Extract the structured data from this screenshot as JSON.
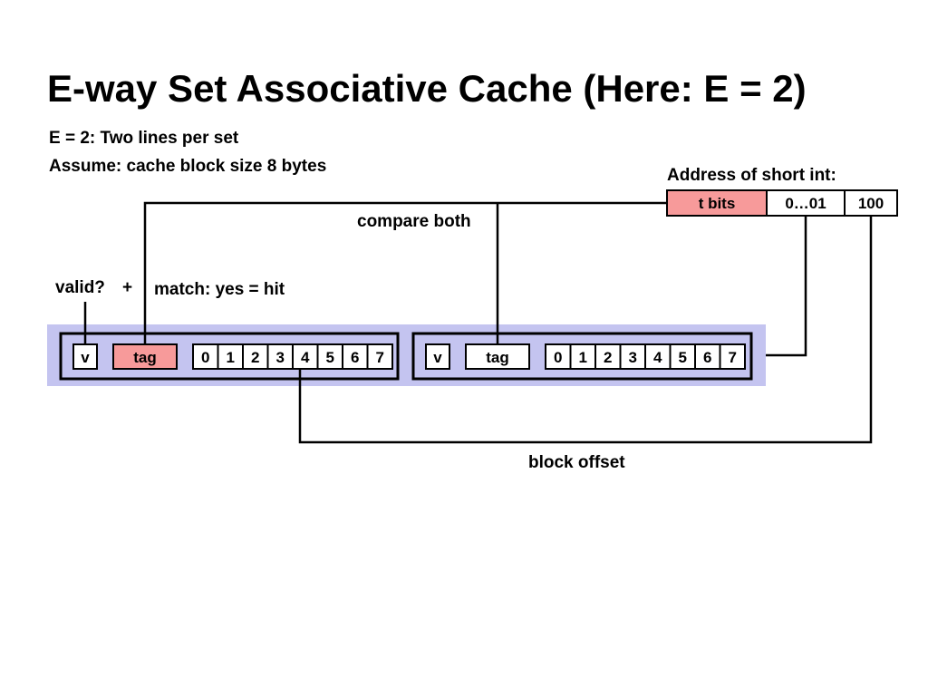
{
  "title": "E-way Set Associative Cache (Here: E = 2)",
  "notes": [
    "E = 2: Two lines per set",
    "Assume: cache block size 8 bytes"
  ],
  "address": {
    "label": "Address of short int:",
    "fields": [
      "t bits",
      "0…01",
      "100"
    ]
  },
  "labels": {
    "compare": "compare both",
    "valid": "valid?",
    "plus": "+",
    "match": "match: yes = hit",
    "block_offset": "block offset"
  },
  "lines": [
    {
      "valid": "v",
      "tag": "tag",
      "bytes": [
        "0",
        "1",
        "2",
        "3",
        "4",
        "5",
        "6",
        "7"
      ]
    },
    {
      "valid": "v",
      "tag": "tag",
      "bytes": [
        "0",
        "1",
        "2",
        "3",
        "4",
        "5",
        "6",
        "7"
      ]
    }
  ],
  "colors": {
    "set_band": "#c4c4f0",
    "highlight": "#f79a9a",
    "cell": "#ffffff"
  }
}
